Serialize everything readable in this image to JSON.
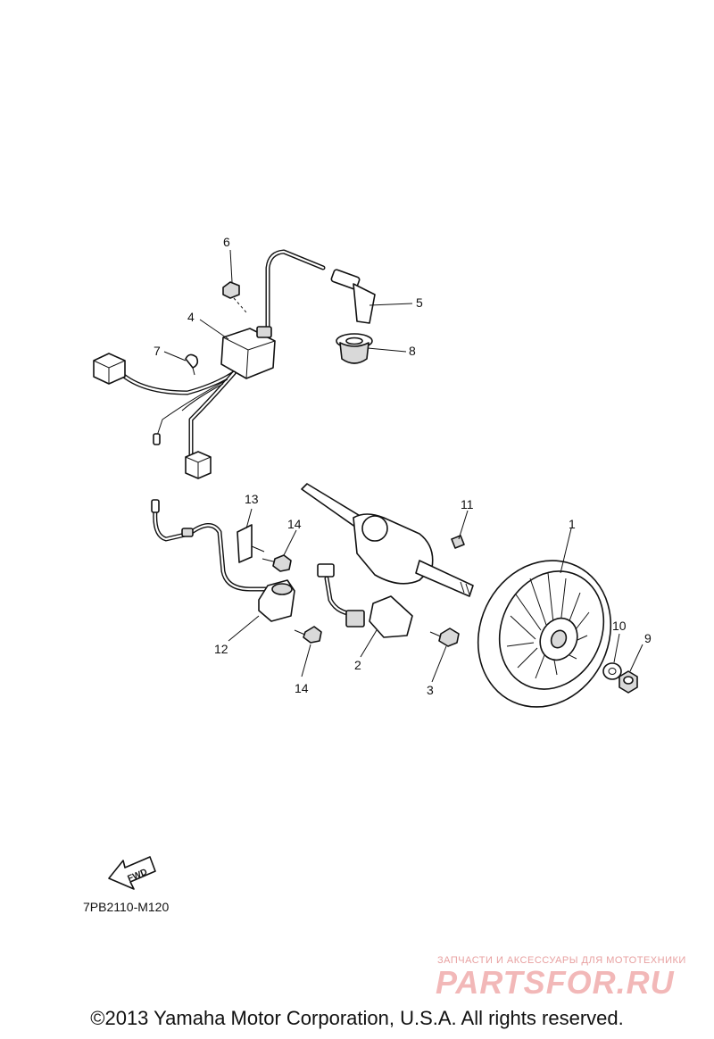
{
  "diagram": {
    "callouts": [
      "1",
      "2",
      "3",
      "4",
      "5",
      "6",
      "7",
      "8",
      "9",
      "10",
      "11",
      "12",
      "13",
      "14",
      "14"
    ],
    "fwd_label": "FWD",
    "diagram_code": "7PB2110-M120"
  },
  "watermark": {
    "small": "ЗАПЧАСТИ И АКСЕССУАРЫ ДЛЯ МОТОТЕХНИКИ",
    "big": "PARTSFOR.RU"
  },
  "footer": {
    "copyright": "©2013 Yamaha Motor Corporation, U.S.A. All rights reserved."
  }
}
